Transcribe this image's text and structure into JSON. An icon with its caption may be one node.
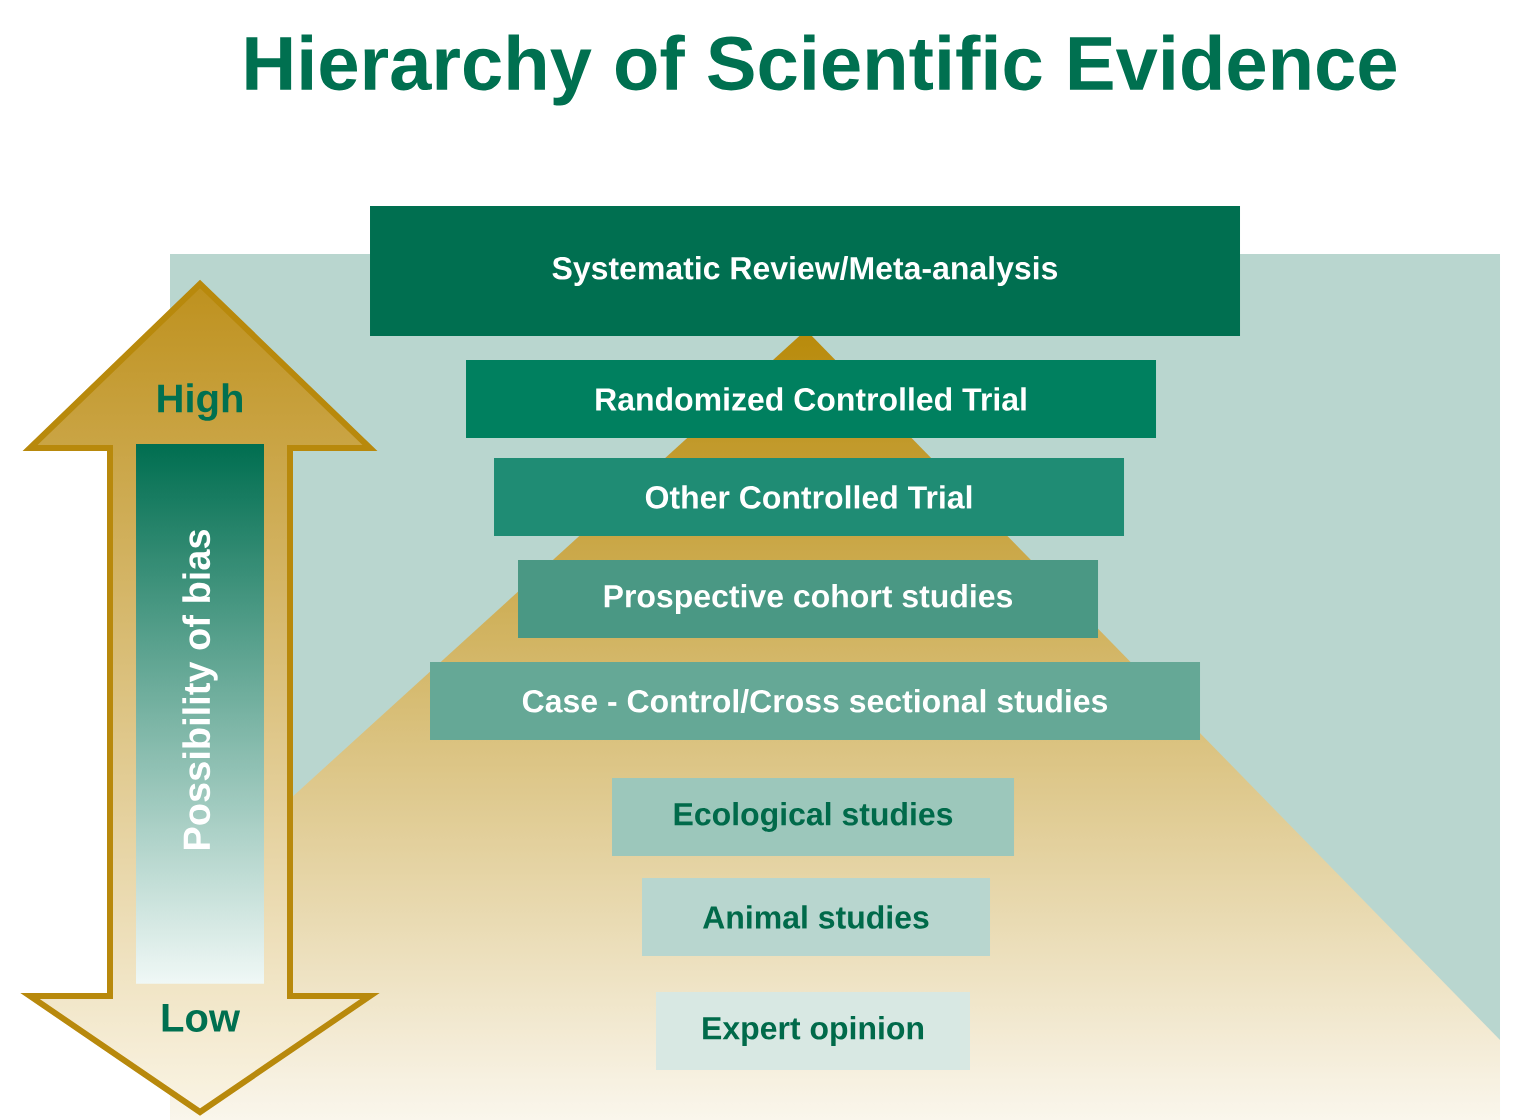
{
  "diagram": {
    "title": "Hierarchy of Scientific Evidence",
    "nodes": [
      {
        "text": [
          "Systematic Review/Meta-analysis"
        ]
      },
      {
        "text": [
          "Randomized Controlled Trial"
        ]
      },
      {
        "text": [
          "Other Controlled Trial"
        ]
      },
      {
        "text": [
          "Prospective cohort studies"
        ]
      },
      {
        "text": [
          "Case - Control/Cross sectional studies"
        ]
      },
      {
        "text": [
          "Ecological studies"
        ]
      },
      {
        "text": [
          "Animal studies"
        ]
      },
      {
        "text": [
          "Expert opinion"
        ]
      },
      {
        "text": [
          "High",
          "Possibility of bias",
          "Low"
        ]
      }
    ]
  }
}
